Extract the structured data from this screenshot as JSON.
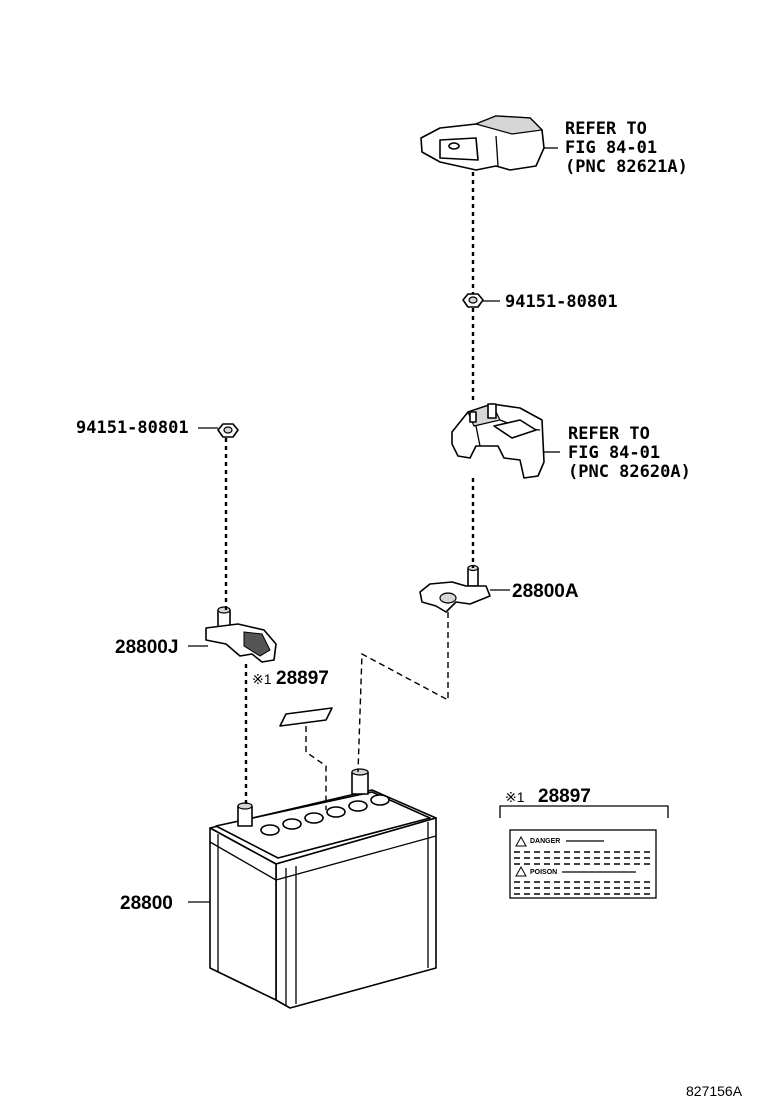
{
  "labels": {
    "refer_top": [
      "REFER TO",
      "FIG 84-01",
      "(PNC 82621A)"
    ],
    "refer_mid": [
      "REFER TO",
      "FIG 84-01",
      "(PNC 82620A)"
    ],
    "nut_right": "94151-80801",
    "nut_left": "94151-80801",
    "terminal_pos": "28800A",
    "terminal_neg": "28800J",
    "label_part_mark": "※1",
    "label_part_num": "28897",
    "battery": "28800",
    "inset_mark": "※1",
    "inset_num": "28897",
    "inset_danger": "DANGER",
    "inset_poison": "POISON",
    "figure_id": "827156A"
  }
}
